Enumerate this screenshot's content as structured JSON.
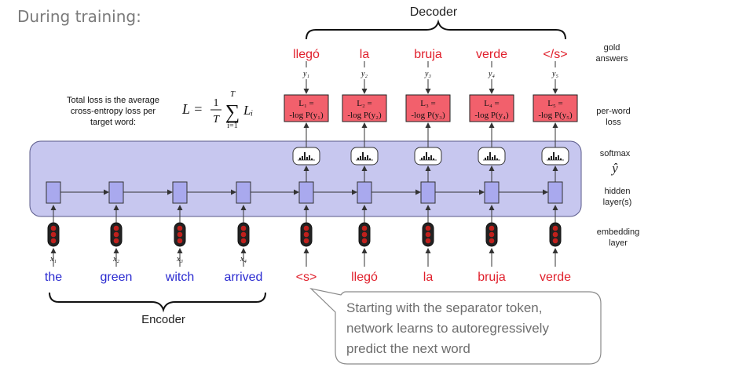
{
  "caption": "During training:",
  "colors": {
    "decoder_word": "#e0202c",
    "encoder_word": "#2a2ad0",
    "loss_box": "#f2606c",
    "network_panel": "#c7c7ef",
    "hidden_unit": "#a9a9ee",
    "embedding_dot": "#c0201c"
  },
  "decoder": {
    "title": "Decoder",
    "gold_words": [
      "llegó",
      "la",
      "bruja",
      "verde",
      "</s>"
    ],
    "gold_vars": [
      "y₁",
      "y₂",
      "y₃",
      "y₄",
      "y₅"
    ],
    "loss_top": [
      "L₁ =",
      "L₂ =",
      "L₃ =",
      "L₄ =",
      "L₅ ="
    ],
    "loss_bottom": [
      "-log P(y₁)",
      "-log P(y₂)",
      "-log P(y₃)",
      "-log P(y₄)",
      "-log P(y₅)"
    ],
    "inputs": [
      "<s>",
      "llegó",
      "la",
      "bruja",
      "verde"
    ]
  },
  "encoder": {
    "title": "Encoder",
    "words": [
      "the",
      "green",
      "witch",
      "arrived"
    ],
    "vars": [
      "x₁",
      "x₂",
      "x₃",
      "x₄"
    ]
  },
  "loss_note": {
    "lines": [
      "Total loss is the average",
      "cross-entropy loss per",
      "target word:"
    ],
    "formula": {
      "lhs": "L =",
      "frac_top": "1",
      "frac_bottom": "T",
      "sum_top": "T",
      "sum_bottom": "i=1",
      "sum_symbol": "∑",
      "term": "Lᵢ"
    }
  },
  "row_labels": {
    "gold": [
      "gold",
      "answers"
    ],
    "loss": [
      "per-word",
      "loss"
    ],
    "softmax": "softmax",
    "yhat": "ŷ",
    "hidden": [
      "hidden",
      "layer(s)"
    ],
    "embedding": [
      "embedding",
      "layer"
    ]
  },
  "callout": {
    "lines": [
      "Starting with the separator token,",
      "network learns to autoregressively",
      "predict the next word"
    ]
  }
}
